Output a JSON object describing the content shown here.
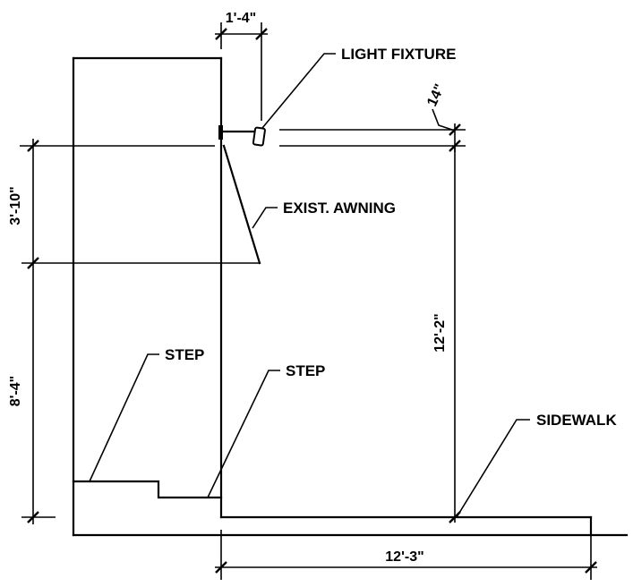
{
  "labels": {
    "light_fixture": "LIGHT FIXTURE",
    "awning": "EXIST. AWNING",
    "step_left": "STEP",
    "step_right": "STEP",
    "sidewalk": "SIDEWALK"
  },
  "dimensions": {
    "fixture_offset": "1'-4\"",
    "fixture_drop": "14\"",
    "awning_height": "3'-10\"",
    "lower_height": "8'-4\"",
    "overall_height": "12'-2\"",
    "sidewalk_width": "12'-3\""
  }
}
